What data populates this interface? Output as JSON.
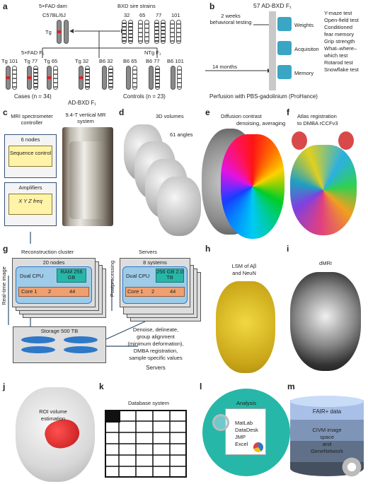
{
  "panels": {
    "a": "a",
    "b": "b",
    "c": "c",
    "d": "d",
    "e": "e",
    "f": "f",
    "g": "g",
    "h": "h",
    "i": "i",
    "j": "j",
    "k": "k",
    "l": "l",
    "m": "m"
  },
  "a": {
    "dam_label": "5×FAD dam",
    "dam_strain": "C57BL/6J",
    "sire_label": "BXD sire strains",
    "sire_ids": [
      "32",
      "65",
      "77",
      "101"
    ],
    "tg": "Tg",
    "f1_label": "5×FAD F₁",
    "ntg_label": "NTg F₁",
    "bottom_labels": [
      "Tg 101",
      "Tg 77",
      "Tg 65",
      "Tg 32",
      "B6 32",
      "B6 65",
      "B6 77",
      "B6 101"
    ],
    "cases": "Cases (n = 34)",
    "ad_bxd": "AD-BXD F₁",
    "controls": "Controls (n = 23)"
  },
  "b": {
    "title": "57 AD-BXD F₁",
    "weeks": "2 weeks behavioral testing",
    "months": "14 months",
    "steps": [
      "Weights",
      "Acquisiton",
      "Memory"
    ],
    "tests": [
      "Y-maze test",
      "Open-field test",
      "Conditioned",
      "fear memory",
      "Grip strength",
      "What–where–",
      "which test",
      "Rotarod test",
      "Snowflake test"
    ],
    "perfusion": "Perfusion with PBS-gadolinium (ProHance)"
  },
  "c": {
    "controller": "MRI spectrometer controller",
    "system": "9.4-T vertical MR system",
    "nodes": "6 nodes",
    "sequence": "Sequence control",
    "amplifiers": "Amplifiers",
    "xyz": "X Y Z freq"
  },
  "d": {
    "title": "3D volumes",
    "angles": "61 angles"
  },
  "e": {
    "title": "Diffusion contrast",
    "sub": "denoising, averaging"
  },
  "f": {
    "title": "Atlas registration",
    "sub": "to DMBA rCCFv3"
  },
  "g": {
    "recon": "Reconstruction cluster",
    "nodes20": "20 nodes",
    "dual_cpu": "Dual CPU",
    "ram": "RAM 256 GB",
    "cores": [
      "Core 1",
      "2",
      "44"
    ],
    "servers": "Servers",
    "systems8": "8 systems",
    "server_mem": "256 GB 2.0 TB",
    "realtime": "Real-time image",
    "postprocessing": "Postprocessing",
    "storage": "Storage 500 TB",
    "pipeline": [
      "Denoise, delineate,",
      "group alignment",
      "(minimum deformation),",
      "DMBA registration,",
      "sample-specific values"
    ],
    "servers_bottom": "Servers"
  },
  "h": {
    "title": "LSM of Aβ",
    "sub": "and NeuN"
  },
  "i": {
    "title": "dMRI"
  },
  "j": {
    "title": "ROI volume",
    "sub": "estimation"
  },
  "k": {
    "title": "Database system"
  },
  "l": {
    "title": "Analysis",
    "tools": [
      "MatLab",
      "DataDesk",
      "JMP",
      "Excel"
    ]
  },
  "m": {
    "layers": [
      "FAIR+ data",
      "CIVM image",
      "space",
      "and",
      "GeneNetwork"
    ]
  },
  "colors": {
    "red": "#d8262a",
    "blue": "#2e78c8",
    "orange": "#f0a070",
    "teal": "#26b7a8",
    "navy": "#34507a"
  }
}
